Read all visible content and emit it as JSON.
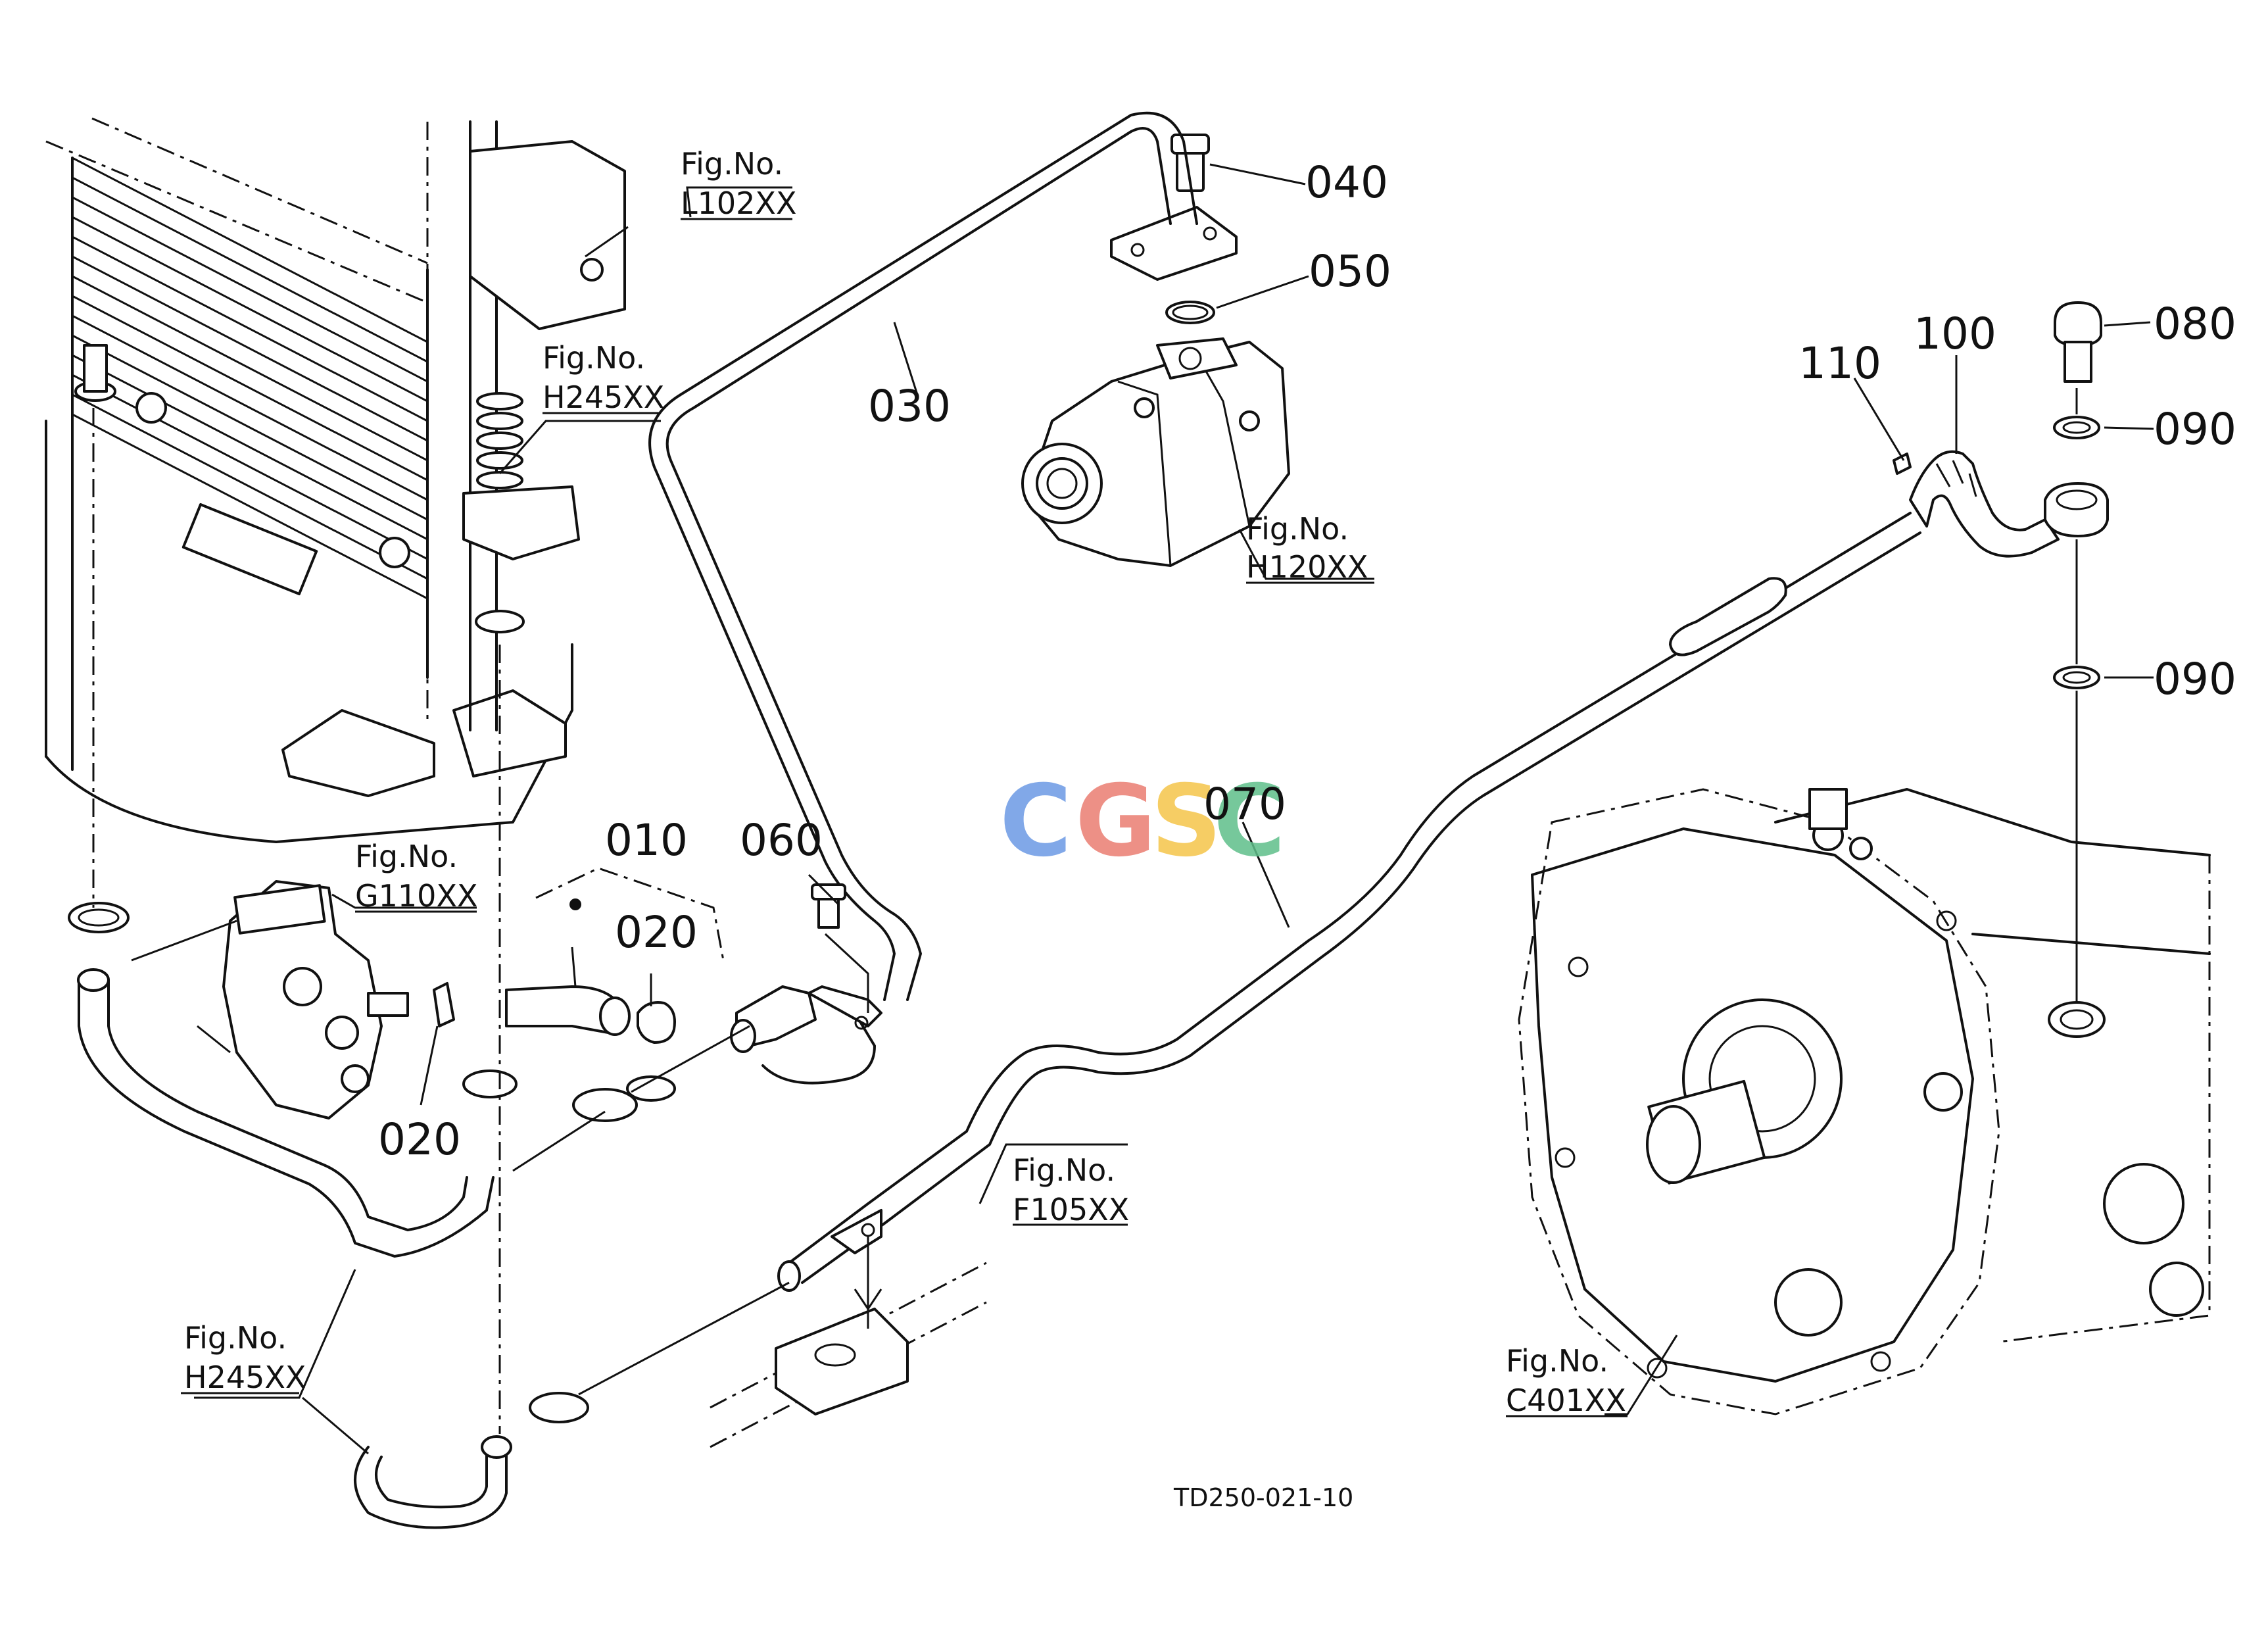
{
  "diagram_code": "TD250-021-10",
  "watermark": {
    "letters": [
      "C",
      "G",
      "S",
      "C"
    ],
    "colors": [
      "#6c9ae4",
      "#ea7d72",
      "#f5c54a",
      "#5fbf8a"
    ]
  },
  "part_labels": {
    "p010": "010",
    "p020a": "020",
    "p020b": "020",
    "p030": "030",
    "p040": "040",
    "p050": "050",
    "p060": "060",
    "p070": "070",
    "p080": "080",
    "p090a": "090",
    "p090b": "090",
    "p100": "100",
    "p110": "110"
  },
  "fig_refs": {
    "l102": {
      "label": "Fig.No.",
      "code": "L102XX"
    },
    "h245a": {
      "label": "Fig.No.",
      "code": "H245XX"
    },
    "h120": {
      "label": "Fig.No.",
      "code": "H120XX"
    },
    "g110": {
      "label": "Fig.No.",
      "code": "G110XX"
    },
    "f105": {
      "label": "Fig.No.",
      "code": "F105XX"
    },
    "h245b": {
      "label": "Fig.No.",
      "code": "H245XX"
    },
    "c401": {
      "label": "Fig.No.",
      "code": "C401XX"
    }
  }
}
